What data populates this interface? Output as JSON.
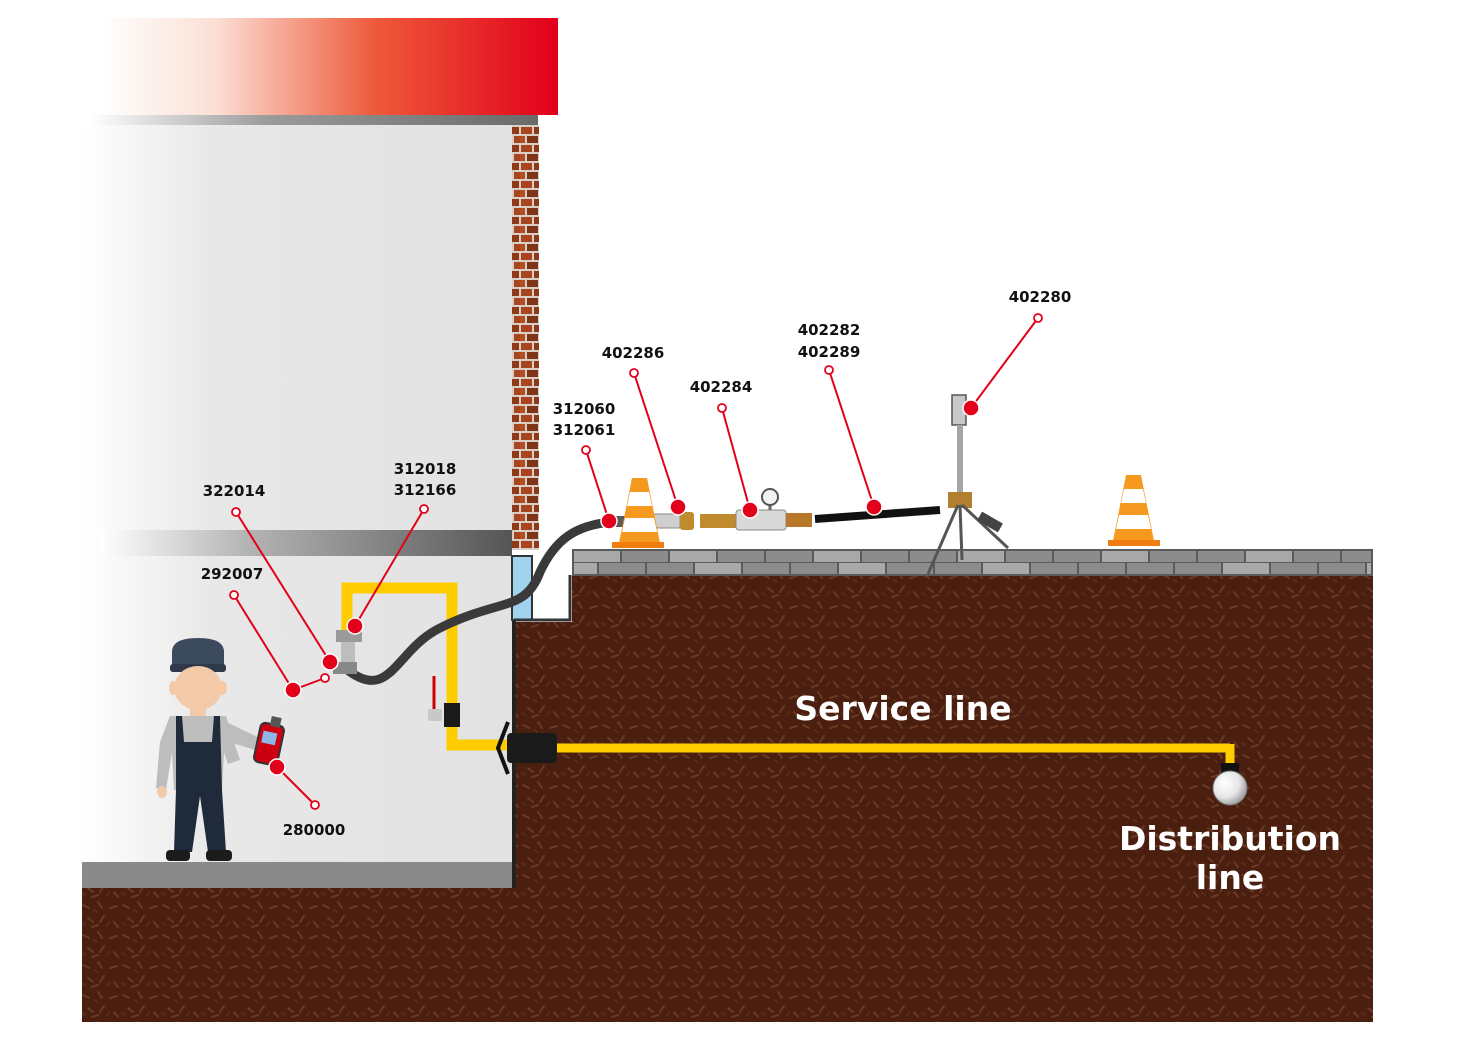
{
  "labels": {
    "service_line": "Service line",
    "distribution_line_1": "Distribution",
    "distribution_line_2": "line"
  },
  "callouts": [
    {
      "id": "402280",
      "lines": [
        "402280"
      ]
    },
    {
      "id": "402282",
      "lines": [
        "402282",
        "402289"
      ]
    },
    {
      "id": "402286",
      "lines": [
        "402286"
      ]
    },
    {
      "id": "402284",
      "lines": [
        "402284"
      ]
    },
    {
      "id": "312060",
      "lines": [
        "312060",
        "312061"
      ]
    },
    {
      "id": "312018",
      "lines": [
        "312018",
        "312166"
      ]
    },
    {
      "id": "322014",
      "lines": [
        "322014"
      ]
    },
    {
      "id": "292007",
      "lines": [
        "292007"
      ]
    },
    {
      "id": "280000",
      "lines": [
        "280000"
      ]
    }
  ],
  "colors": {
    "accent_red": "#e2001a",
    "gas_pipe_yellow": "#ffcc00",
    "soil_brown": "#4a1f10",
    "wall_grey": "#e4e4e4",
    "brick": "#a8451f"
  }
}
